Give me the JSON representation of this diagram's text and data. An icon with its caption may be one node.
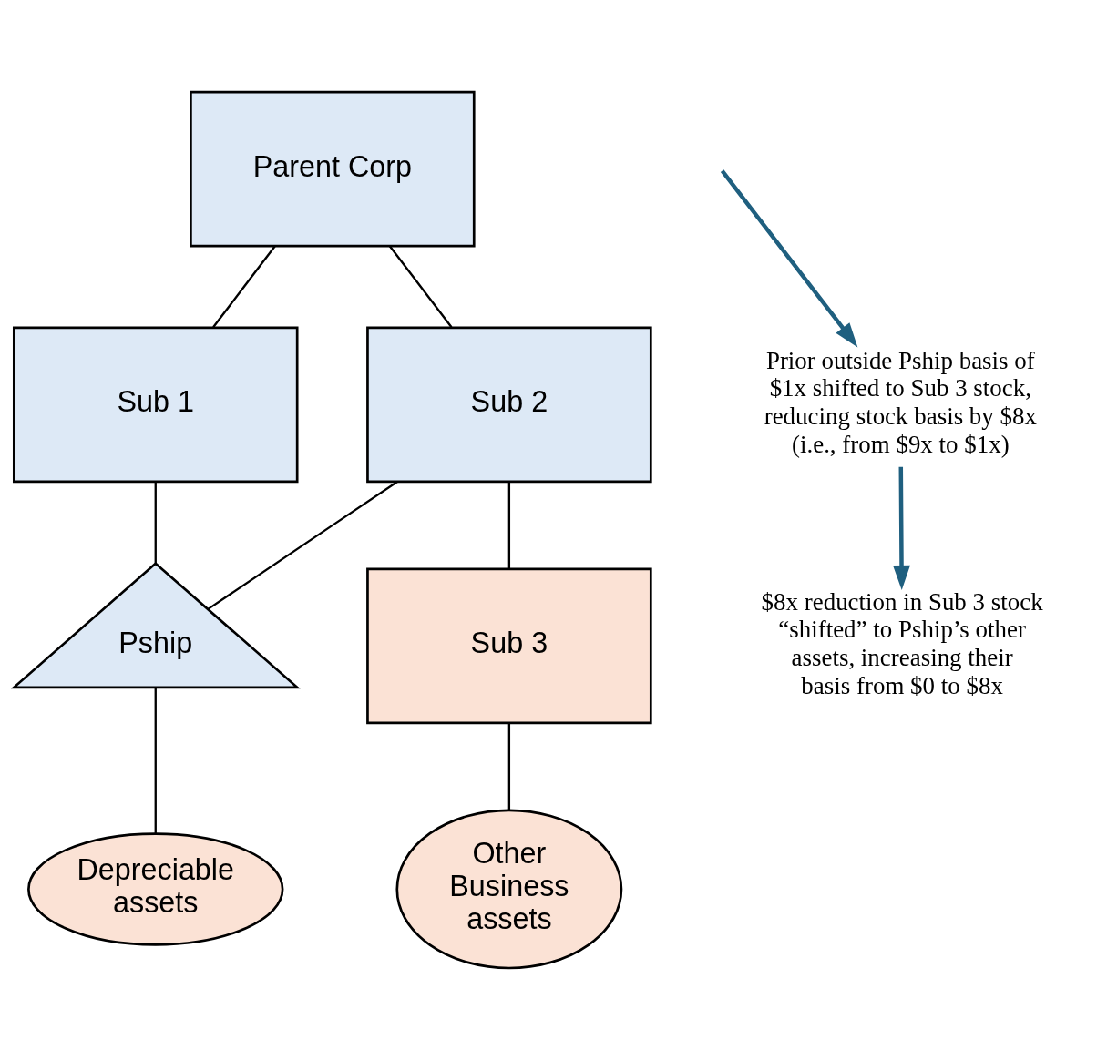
{
  "diagram": {
    "nodes": [
      {
        "text": [
          "Parent Corp"
        ]
      },
      {
        "text": [
          "Sub 1"
        ]
      },
      {
        "text": [
          "Sub 2"
        ]
      },
      {
        "text": [
          "Pship"
        ]
      },
      {
        "text": [
          "Sub 3"
        ]
      },
      {
        "text": [
          "Depreciable assets"
        ]
      },
      {
        "text": [
          "Other Business assets"
        ]
      },
      {
        "text": [
          "Prior outside Pship basis of $1x shifted to Sub 3 stock, reducing stock basis by $8x (i.e., from $9x to $1x)"
        ]
      },
      {
        "text": [
          "$8x reduction in Sub 3 stock “shifted” to Pship’s other assets, increasing their basis from $0 to $8x"
        ]
      }
    ],
    "edges": [
      {
        "from": 0,
        "to": 1,
        "arrow": "none"
      },
      {
        "from": 0,
        "to": 2,
        "arrow": "none"
      },
      {
        "from": 1,
        "to": 3,
        "arrow": "none"
      },
      {
        "from": 2,
        "to": 3,
        "arrow": "none"
      },
      {
        "from": 2,
        "to": 4,
        "arrow": "none"
      },
      {
        "from": 3,
        "to": 5,
        "arrow": "none"
      },
      {
        "from": 4,
        "to": 6,
        "arrow": "none"
      },
      {
        "from": null,
        "to": 7,
        "arrow": "to",
        "color": "#1f5f7f",
        "style": "thick"
      },
      {
        "from": 7,
        "to": 8,
        "arrow": "to",
        "color": "#1f5f7f",
        "style": "thick"
      }
    ]
  }
}
